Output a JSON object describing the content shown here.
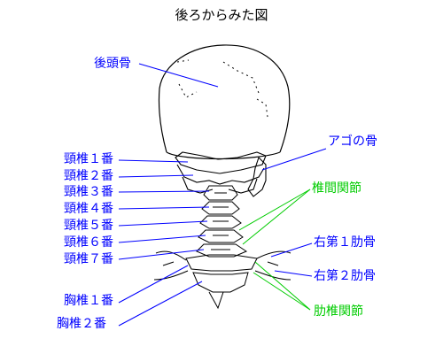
{
  "title": "後ろからみた図",
  "colors": {
    "label": "#0000ff",
    "joint_label": "#00cc00",
    "outline": "#000000"
  },
  "labels": {
    "occipital": "後頭骨",
    "jaw": "アゴの骨",
    "c1": "頸椎１番",
    "c2": "頸椎２番",
    "c3": "頸椎３番",
    "c4": "頸椎４番",
    "c5": "頸椎５番",
    "c6": "頸椎６番",
    "c7": "頸椎７番",
    "facet_joint": "椎間関節",
    "rib1_right": "右第１肋骨",
    "rib2_right": "右第２肋骨",
    "costovertebral_joint": "肋椎関節",
    "t1": "胸椎１番",
    "t2": "胸椎２番"
  }
}
